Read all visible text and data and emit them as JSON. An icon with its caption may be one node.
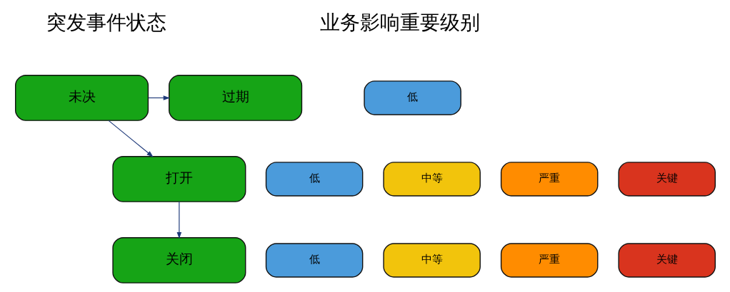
{
  "diagram": {
    "nodes": [
      {
        "text": [
          "未决"
        ]
      },
      {
        "text": [
          "过期"
        ]
      },
      {
        "text": [
          "打开"
        ]
      },
      {
        "text": [
          "关闭"
        ]
      },
      {
        "text": [
          "低"
        ]
      },
      {
        "text": [
          "低"
        ]
      },
      {
        "text": [
          "中等"
        ]
      },
      {
        "text": [
          "严重"
        ]
      },
      {
        "text": [
          "关键"
        ]
      },
      {
        "text": [
          "低"
        ]
      },
      {
        "text": [
          "中等"
        ]
      },
      {
        "text": [
          "严重"
        ]
      },
      {
        "text": [
          "关键"
        ]
      }
    ],
    "edges": [
      {
        "from": 0,
        "to": 1,
        "arrow": "to"
      },
      {
        "from": 0,
        "to": 2,
        "arrow": "to"
      },
      {
        "from": 2,
        "to": 3,
        "arrow": "to"
      }
    ],
    "labels": [
      "突发事件状态",
      "业务影响重要级别"
    ]
  }
}
